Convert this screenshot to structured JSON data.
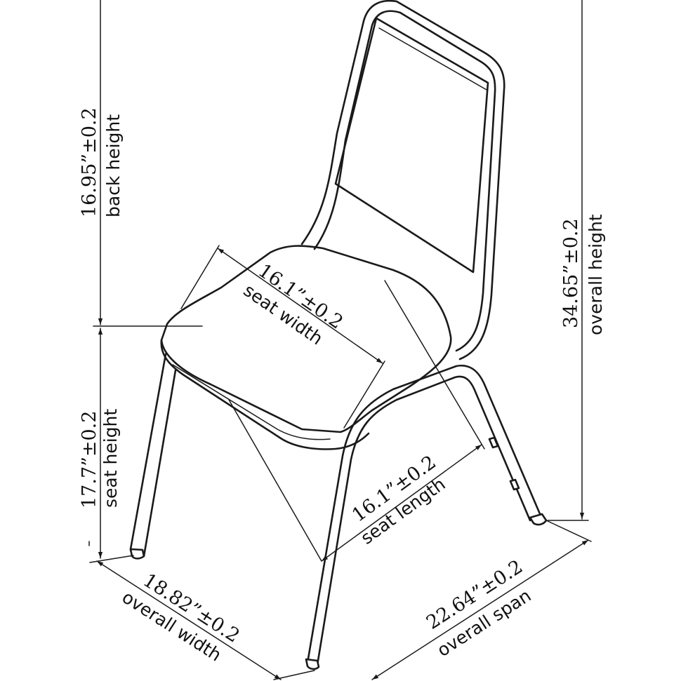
{
  "dimensions": {
    "back_height": {
      "value": "16.95”±0.2",
      "label": "back height"
    },
    "overall_height": {
      "value": "34.65”±0.2",
      "label": "overall height"
    },
    "seat_width": {
      "value": "16.1”±0.2",
      "label": "seat width"
    },
    "seat_height": {
      "value": "17.7”±0.2",
      "label": "seat height"
    },
    "seat_length": {
      "value": "16.1”±0.2",
      "label": "seat length"
    },
    "overall_width": {
      "value": "18.82”±0.2",
      "label": "overall width"
    },
    "overall_span": {
      "value": "22.64”±0.2",
      "label": "overall span"
    }
  },
  "colors": {
    "line": "#1a1a1a",
    "background": "#ffffff"
  }
}
